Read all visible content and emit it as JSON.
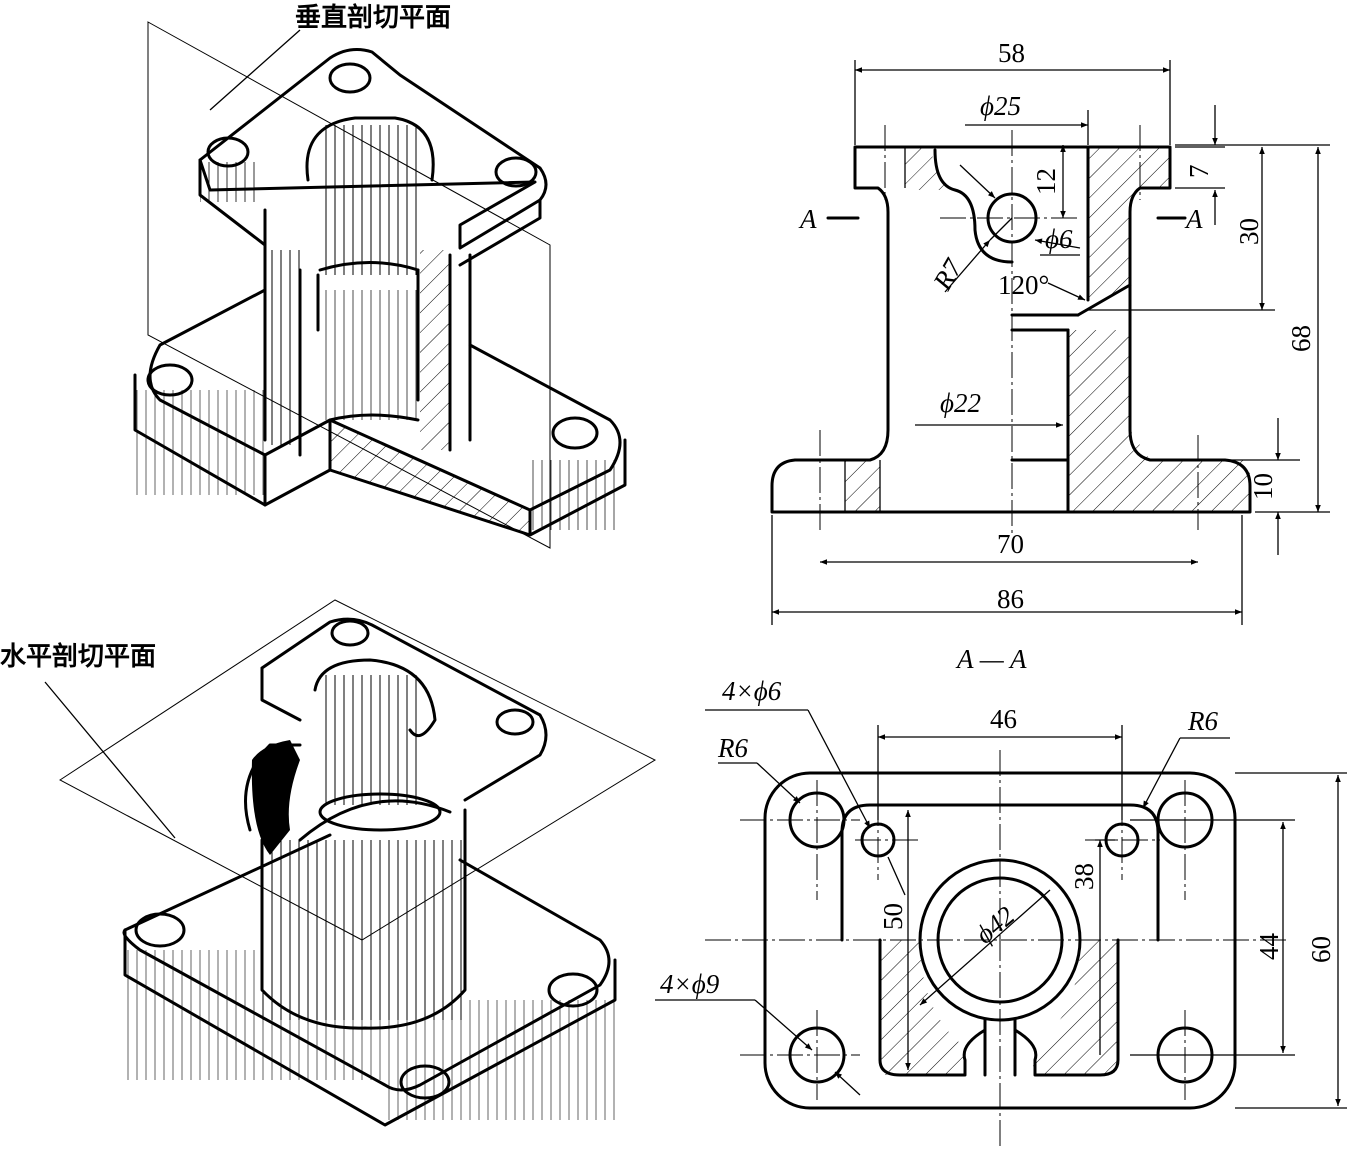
{
  "labels": {
    "vertical_plane": "垂直剖切平面",
    "horizontal_plane": "水平剖切平面",
    "section_title": "A — A",
    "cut_left": "A",
    "cut_right": "A"
  },
  "front_view_dims": {
    "overall_top_width": "58",
    "top_bore": "ϕ25",
    "flange_thickness": "7",
    "hole_height": "12",
    "side_hole": "ϕ6",
    "fillet": "R7",
    "cone_angle": "120°",
    "upper_depth": "30",
    "overall_height": "68",
    "lower_bore": "ϕ22",
    "base_thickness": "10",
    "hole_spacing": "70",
    "base_width": "86"
  },
  "section_view_dims": {
    "small_holes": "4×ϕ6",
    "small_hole_spacing": "46",
    "corner_radius_left": "R6",
    "corner_radius_right": "R6",
    "inner_height": "50",
    "small_hole_vspacing": "38",
    "boss_dia": "ϕ42",
    "large_hole_vspacing": "44",
    "overall_depth": "60",
    "large_holes": "4×ϕ9"
  }
}
